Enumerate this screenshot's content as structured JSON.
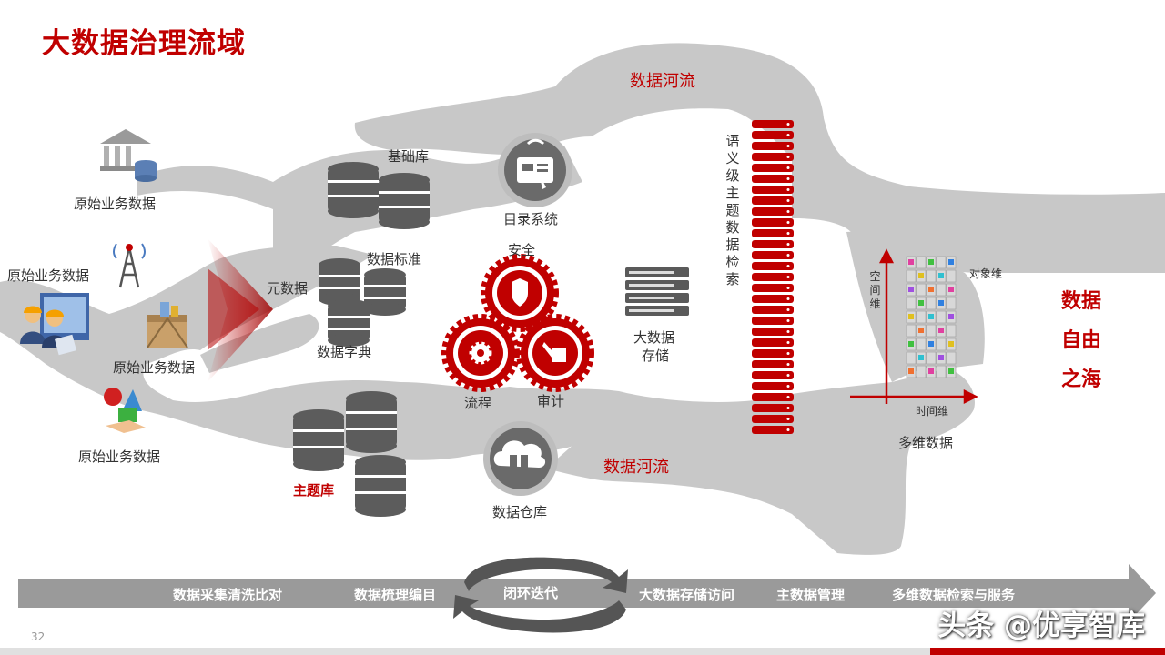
{
  "title": "大数据治理流域",
  "sources": {
    "s1": "原始业务数据",
    "s2": "原始业务数据",
    "s3": "原始业务数据",
    "s4": "原始业务数据"
  },
  "db": {
    "basic": "基础库",
    "standard": "数据标准",
    "meta": "元数据",
    "dictionary": "数据字典",
    "subject": "主题库"
  },
  "catalog": "目录系统",
  "gears": {
    "security": "安全",
    "process": "流程",
    "audit": "审计"
  },
  "warehouse": "数据仓库",
  "rivers": {
    "top": "数据河流",
    "bottom": "数据河流"
  },
  "storage": {
    "line1": "大数据",
    "line2": "存储"
  },
  "semantic": "语义级主题数据检索",
  "cube": {
    "space_axis": "空间维",
    "object_axis": "对象维",
    "time_axis": "时间维",
    "label": "多维数据"
  },
  "sea": [
    "数据",
    "自由",
    "之海"
  ],
  "bar": {
    "stage1": "数据采集清洗比对",
    "stage2": "数据梳理编目",
    "loop": "闭环迭代",
    "stage3": "大数据存储访问",
    "stage4": "主数据管理",
    "stage5": "多维数据检索与服务"
  },
  "page_number": "32",
  "watermark": "头条 @优享智库",
  "colors": {
    "accent": "#c00000",
    "river": "#c8c8c8",
    "bar": "#9a9a9a",
    "db": "#5c5c5c"
  }
}
